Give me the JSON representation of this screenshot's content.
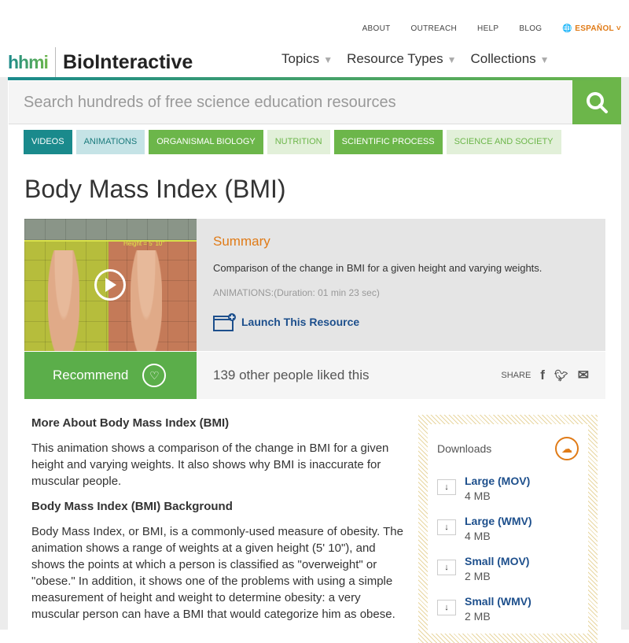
{
  "utility_nav": {
    "about": "ABOUT",
    "outreach": "OUTREACH",
    "help": "HELP",
    "blog": "BLOG",
    "language": "ESPAÑOL"
  },
  "logo": {
    "hhmi": "hhmi",
    "brand": "BioInteractive"
  },
  "nav": [
    {
      "label": "Topics"
    },
    {
      "label": "Resource Types"
    },
    {
      "label": "Collections"
    }
  ],
  "search": {
    "placeholder": "Search hundreds of free science education resources"
  },
  "tags": [
    {
      "label": "VIDEOS",
      "bg": "#1a8a8c",
      "fg": "#ffffff"
    },
    {
      "label": "ANIMATIONS",
      "bg": "#c5e3e6",
      "fg": "#1a7a7c"
    },
    {
      "label": "ORGANISMAL BIOLOGY",
      "bg": "#6cb64a",
      "fg": "#ffffff"
    },
    {
      "label": "NUTRITION",
      "bg": "#e2f0d9",
      "fg": "#6cb64a"
    },
    {
      "label": "SCIENTIFIC PROCESS",
      "bg": "#6cb64a",
      "fg": "#ffffff"
    },
    {
      "label": "SCIENCE AND SOCIETY",
      "bg": "#e2f0d9",
      "fg": "#6cb64a"
    }
  ],
  "page_title": "Body Mass Index (BMI)",
  "summary": {
    "heading": "Summary",
    "description": "Comparison of the change in BMI for a given height and varying weights.",
    "duration": "ANIMATIONS:(Duration: 01 min 23 sec)",
    "launch": "Launch This Resource"
  },
  "thumbnail": {
    "caption": "Height = 5' 10\""
  },
  "recommend": {
    "label": "Recommend",
    "likes": "139 other people liked this",
    "share": "SHARE"
  },
  "content": {
    "heading1": "More About Body Mass Index (BMI)",
    "para1": "This animation shows a comparison of the change in BMI for a given height and varying weights. It also shows why BMI is inaccurate for muscular people.",
    "heading2": "Body Mass Index (BMI) Background",
    "para2": "Body Mass Index, or BMI, is a commonly-used measure of obesity. The animation shows a range of weights at a given height (5' 10\"), and shows the points at which a person is classified as \"overweight\" or \"obese.\" In addition, it shows one of the problems with using a simple measurement of height and weight to determine obesity: a very muscular person can have a BMI that would categorize him as obese."
  },
  "downloads": {
    "heading": "Downloads",
    "items": [
      {
        "name": "Large (MOV)",
        "size": "4 MB"
      },
      {
        "name": "Large (WMV)",
        "size": "4 MB"
      },
      {
        "name": "Small (MOV)",
        "size": "2 MB"
      },
      {
        "name": "Small (WMV)",
        "size": "2 MB"
      }
    ]
  }
}
